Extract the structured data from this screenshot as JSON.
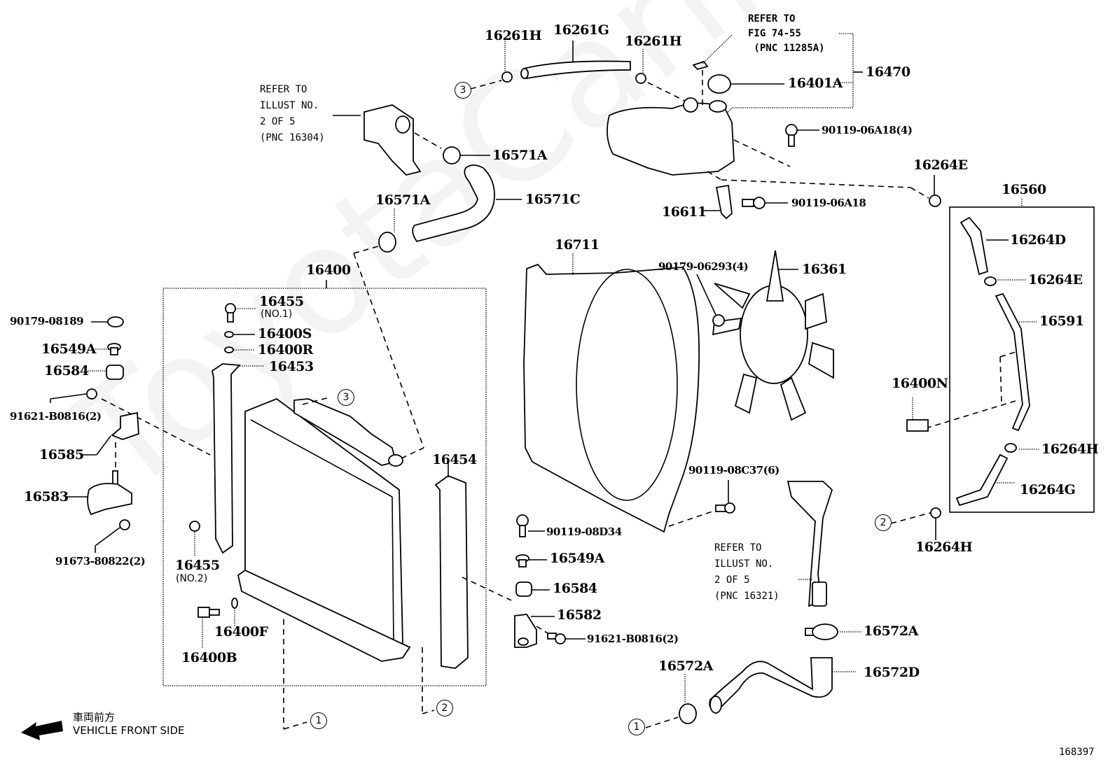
{
  "diagram": {
    "figure_number": "168397",
    "watermark": "ToyotaCarline.ru",
    "orientation": {
      "japanese": "車両前方",
      "english": "VEHICLE FRONT SIDE",
      "arrow_icon": "arrow-left-icon"
    },
    "groups": {
      "radiator_assy": "16400",
      "reserve_tank_assy": "16470",
      "hose_kit": "16560"
    },
    "parts": {
      "p16261H_left": "16261H",
      "p16261G": "16261G",
      "p16261H_right": "16261H",
      "p16571A_upper": "16571A",
      "p16571A_lower": "16571A",
      "p16571C": "16571C",
      "p16401A": "16401A",
      "p90119_06A18_4": "90119-06A18(4)",
      "p16264E_top": "16264E",
      "p16611": "16611",
      "p90119_06A18": "90119-06A18",
      "p16711": "16711",
      "p90179_06293_4": "90179-06293(4)",
      "p16361": "16361",
      "p16264D": "16264D",
      "p16264E_box": "16264E",
      "p16591": "16591",
      "p16400N": "16400N",
      "p16264H_box": "16264H",
      "p16264G": "16264G",
      "p16264H_bottom": "16264H",
      "p90179_08189": "90179-08189",
      "p16549A_left": "16549A",
      "p16584_left": "16584",
      "p91621_B0816_left": "91621-B0816(2)",
      "p16585": "16585",
      "p16583": "16583",
      "p91673_80822": "91673-80822(2)",
      "p16455_no1": "16455",
      "p16455_no1_sub": "(NO.1)",
      "p16400S": "16400S",
      "p16400R": "16400R",
      "p16453": "16453",
      "p16455_no2": "16455",
      "p16455_no2_sub": "(NO.2)",
      "p16400F": "16400F",
      "p16400B": "16400B",
      "p16454": "16454",
      "p90119_08C37_6": "90119-08C37(6)",
      "p90119_08D34": "90119-08D34",
      "p16549A_mid": "16549A",
      "p16584_mid": "16584",
      "p16582": "16582",
      "p91621_B0816_mid": "91621-B0816(2)",
      "p16572A_right": "16572A",
      "p16572D": "16572D",
      "p16572A_bottom": "16572A"
    },
    "notes": {
      "thermostat_ref": "REFER TO\nILLUST NO.\n2 OF 5\n(PNC 16304)",
      "cap_ref": "REFER TO\nFIG 74-55\n (PNC 11285A)",
      "outlet_ref": "REFER TO\nILLUST NO.\n2 OF 5\n(PNC 16321)"
    },
    "connection_refs": {
      "c1a": "1",
      "c1b": "1",
      "c2a": "2",
      "c2b": "2",
      "c3a": "3",
      "c3b": "3"
    }
  }
}
